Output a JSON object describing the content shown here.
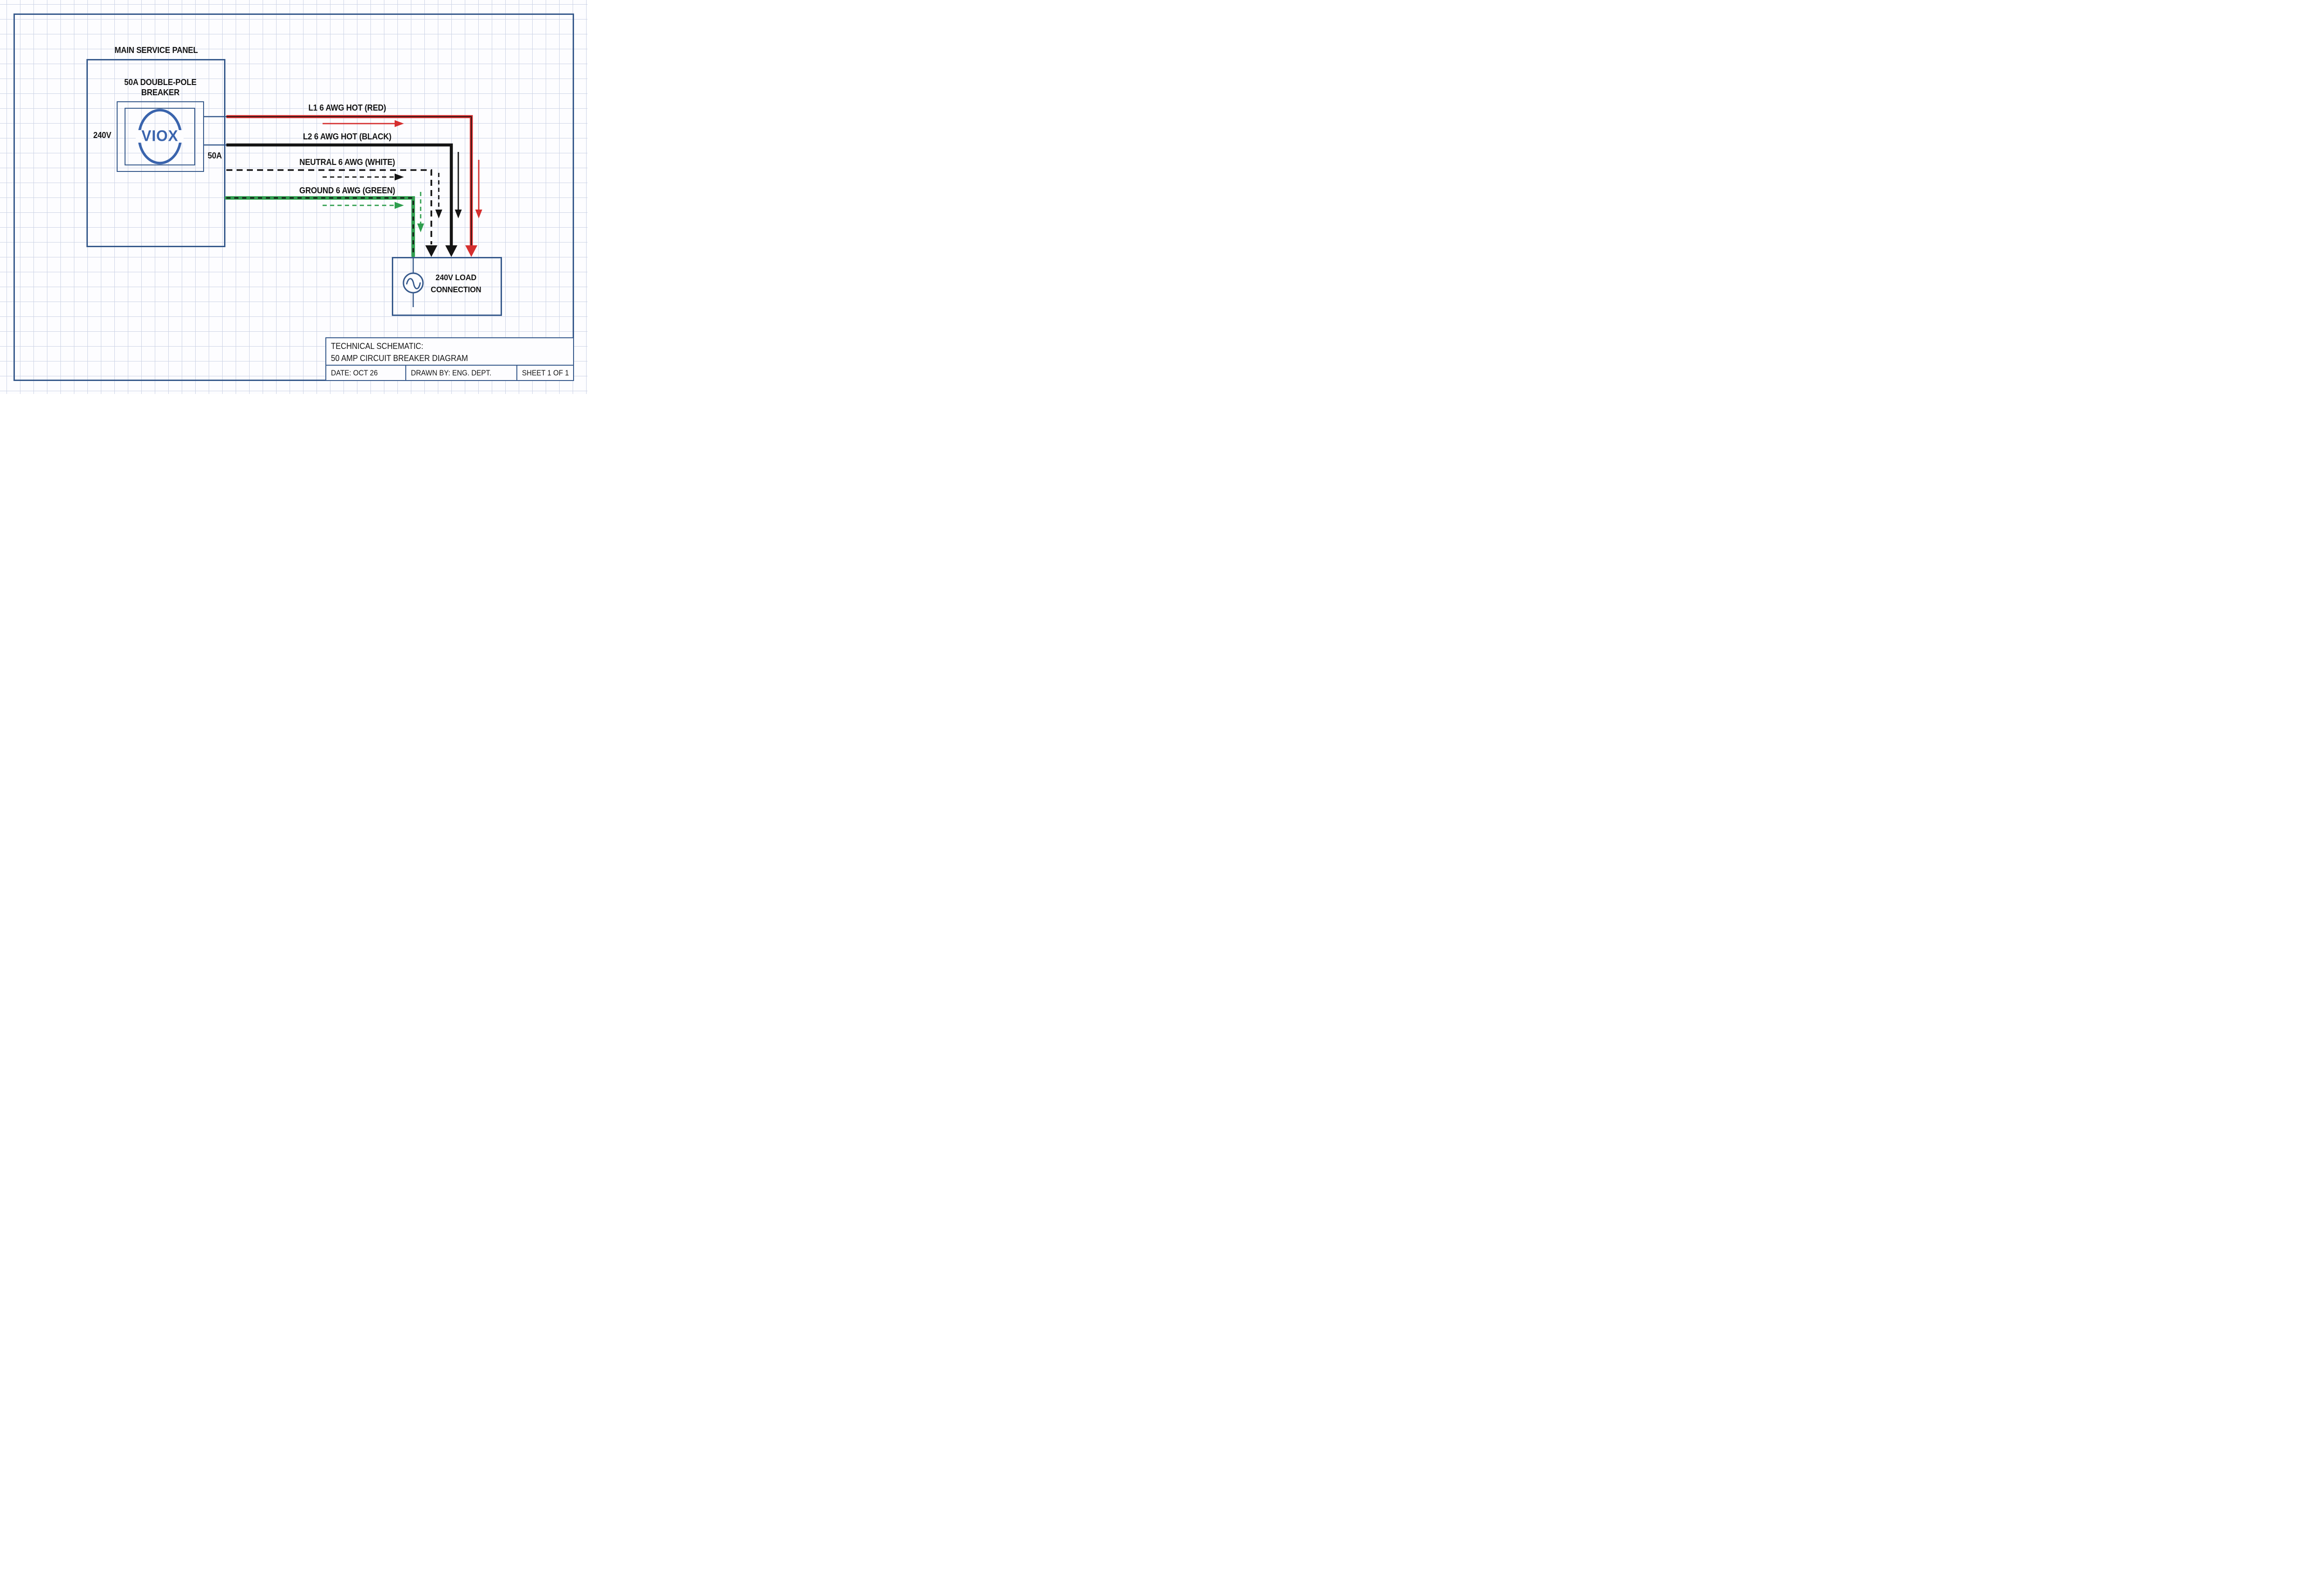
{
  "colors": {
    "frame_blue": "#375a8c",
    "logo_blue": "#3a64ad",
    "wire_red": "#d52f2f",
    "wire_black": "#141414",
    "wire_green": "#2f9e4e",
    "grid_line": "#cdd4e6"
  },
  "panel": {
    "title": "MAIN SERVICE PANEL",
    "voltage": "240V",
    "breaker_line1": "50A DOUBLE-POLE",
    "breaker_line2": "BREAKER",
    "brand": "VIOX",
    "amps": "50A"
  },
  "wires": [
    {
      "id": "l1",
      "label": "L1 6 AWG HOT (RED)",
      "color": "#d52f2f",
      "style": "solid-with-black-core"
    },
    {
      "id": "l2",
      "label": "L2 6 AWG HOT (BLACK)",
      "color": "#141414",
      "style": "solid"
    },
    {
      "id": "neutral",
      "label": "NEUTRAL 6 AWG (WHITE)",
      "color": "#141414",
      "style": "dashed"
    },
    {
      "id": "ground",
      "label": "GROUND 6 AWG (GREEN)",
      "color": "#2f9e4e",
      "style": "solid-with-black-dashes"
    }
  ],
  "load": {
    "line1": "240V LOAD",
    "line2": "CONNECTION"
  },
  "title_block": {
    "line1": "TECHNICAL SCHEMATIC:",
    "line2": "50 AMP CIRCUIT BREAKER DIAGRAM",
    "date": "DATE: OCT 26",
    "drawn_by": "DRAWN BY: ENG. DEPT.",
    "sheet": "SHEET 1 OF 1"
  }
}
